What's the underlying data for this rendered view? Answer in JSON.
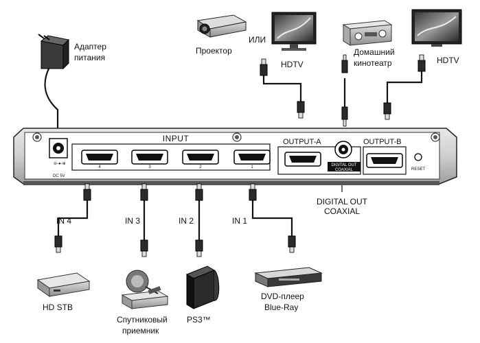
{
  "device": {
    "input_header": "INPUT",
    "output_a": "OUTPUT-A",
    "output_b": "OUTPUT-B",
    "reset": "RESET",
    "dc_port": "DC 5V",
    "digital_out_badge": "DIGITAL OUT",
    "coaxial_badge": "COAXIAL",
    "port_numbers": [
      "4",
      "3",
      "2",
      "1"
    ]
  },
  "callouts": {
    "adapter_line1": "Адаптер",
    "adapter_line2": "питания",
    "projector": "Проектор",
    "or": "ИЛИ",
    "hdtv_a": "HDTV",
    "home_theater_line1": "Домашний",
    "home_theater_line2": "кинотеатр",
    "hdtv_b": "HDTV",
    "digital_out_line1": "DIGITAL OUT",
    "digital_out_line2": "COAXIAL"
  },
  "inputs": [
    {
      "label": "IN 4",
      "device": "HD STB"
    },
    {
      "label": "IN 3",
      "device_line1": "Спутниковый",
      "device_line2": "приемник"
    },
    {
      "label": "IN 2",
      "device": "PS3™"
    },
    {
      "label": "IN 1",
      "device_line1": "DVD-плеер",
      "device_line2": "Blue-Ray"
    }
  ],
  "icons": [
    "power-adapter-icon",
    "projector-icon",
    "monitor-icon",
    "av-receiver-icon",
    "tv-icon",
    "set-top-box-icon",
    "satellite-receiver-icon",
    "game-console-icon",
    "dvd-player-icon",
    "hdmi-plug-icon",
    "rca-plug-icon",
    "screw-icon"
  ]
}
